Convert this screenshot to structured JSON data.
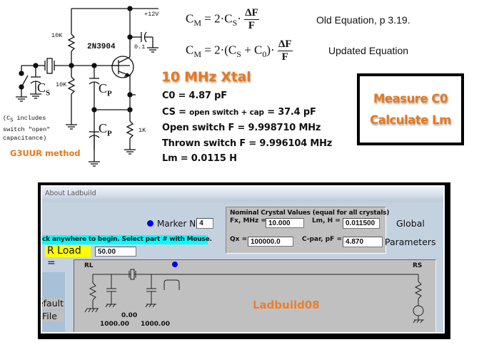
{
  "schematic": {
    "supply_label": "+12V",
    "transistor_label": "2N3904",
    "bypass_cap_label": "0.1",
    "resistor_top_label": "10K",
    "resistor_bottom_label": "10K",
    "emitter_resistor_label": "1K",
    "cs_label": "C",
    "cs_sub": "S",
    "cp_label": "C",
    "cp_sub": "P",
    "note_line1_pre": "(C",
    "note_line1_sub": "S",
    "note_line1_post": " includes",
    "note_line2": "switch \"open\"",
    "note_line3": "capacitance)",
    "method_label": "G3UUR method"
  },
  "equations": {
    "old": {
      "lhs": "C",
      "lhs_sub": "M",
      "rhs_prefix": " = 2·C",
      "rhs_sub": "S",
      "rhs_suffix": "·",
      "numerator": "ΔF",
      "denominator": "F",
      "label": "Old Equation, p 3.19."
    },
    "updated": {
      "lhs": "C",
      "lhs_sub": "M",
      "rhs_prefix": " = 2·(C",
      "rhs_sub1": "S",
      "rhs_mid": " + C",
      "rhs_sub2": "0",
      "rhs_suffix": ")·",
      "numerator": "ΔF",
      "denominator": "F",
      "label": "Updated Equation"
    }
  },
  "xtal": {
    "title": "10 MHz Xtal",
    "c0": "C0 = 4.87 pF",
    "cs_prefix": "CS = ",
    "cs_small": "open switch + cap",
    "cs_suffix": " = 37.4 pF",
    "open_switch": "Open switch F = 9.998710 MHz",
    "thrown_switch": "Thrown switch F = 9.996104 MHz",
    "lm": "Lm = 0.0115 H"
  },
  "callout": {
    "line1": "Measure C0",
    "line2": "Calculate Lm"
  },
  "ladbuild": {
    "window_title": "About Ladbuild",
    "marker_label": "Marker N",
    "marker_value": "4",
    "status_message": "ck anywhere to begin.   Select part # with Mouse.",
    "rload_label": "R Load =",
    "rload_value": "50.00",
    "nominal": {
      "header": "Nominal Crystal Values (equal for all crystals)",
      "fx_label": "Fx, MHz =",
      "fx_value": "10.000",
      "lm_label": "Lm, H =",
      "lm_value": "0.011500",
      "qx_label": "Qx =",
      "qx_value": "100000.0",
      "cpar_label": "C-par, pF =",
      "cpar_value": "4.870"
    },
    "global_label": "Global",
    "parameters_label": "Parameters",
    "left_buttons": [
      "efault",
      "File"
    ],
    "circuit": {
      "rl_label": "RL",
      "rs_label": "RS",
      "value_top": "0.00",
      "value_c1": "1000.00",
      "value_c2": "1000.00",
      "watermark": "Ladbuild08"
    }
  },
  "colors": {
    "accent_orange": "#e8781c",
    "marker_blue": "#0000ee",
    "status_cyan": "#00ffff",
    "rload_yellow": "#ffff00",
    "panel_gray": "#c0c0c0"
  }
}
